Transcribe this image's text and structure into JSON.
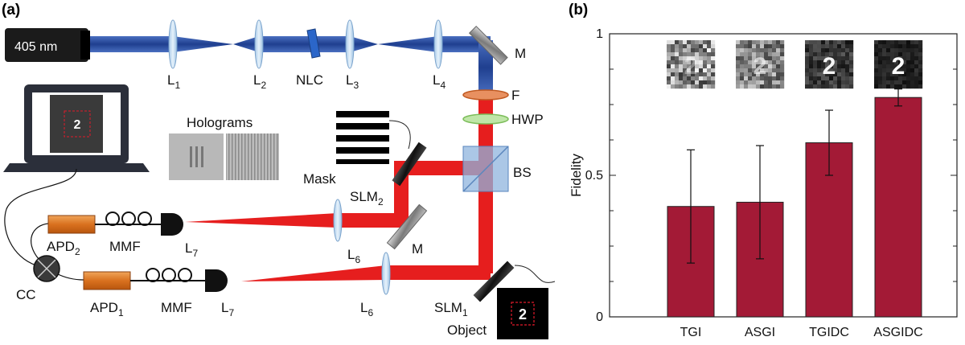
{
  "panels": {
    "a": "(a)",
    "b": "(b)"
  },
  "setup": {
    "laser": "405 nm",
    "lenses": {
      "l1": {
        "base": "L",
        "sub": "1"
      },
      "l2": {
        "base": "L",
        "sub": "2"
      },
      "l3": {
        "base": "L",
        "sub": "3"
      },
      "l4": {
        "base": "L",
        "sub": "4"
      },
      "l6_top": {
        "base": "L",
        "sub": "6"
      },
      "l6_bottom": {
        "base": "L",
        "sub": "6"
      },
      "l7_top": {
        "base": "L",
        "sub": "7"
      },
      "l7_bottom": {
        "base": "L",
        "sub": "7"
      }
    },
    "nlc": "NLC",
    "mirror_top": "M",
    "mirror_mid": "M",
    "filter": "F",
    "hwp": "HWP",
    "bs": "BS",
    "holograms": "Holograms",
    "mask": "Mask",
    "slm2": {
      "base": "SLM",
      "sub": "2"
    },
    "slm1": {
      "base": "SLM",
      "sub": "1"
    },
    "object": "Object",
    "object_digit": "2",
    "screen_digit": "2",
    "apd2": {
      "base": "APD",
      "sub": "2"
    },
    "apd1": {
      "base": "APD",
      "sub": "1"
    },
    "mmf_top": "MMF",
    "mmf_bottom": "MMF",
    "cc": "CC"
  },
  "chart_data": {
    "type": "bar",
    "categories": [
      "TGI",
      "ASGI",
      "TGIDC",
      "ASGIDC"
    ],
    "values": [
      0.39,
      0.405,
      0.615,
      0.775
    ],
    "errors": [
      0.2,
      0.2,
      0.115,
      0.03
    ],
    "ylabel": "Fidelity",
    "ylim": [
      0,
      1
    ],
    "yticks": [
      0,
      0.5,
      1
    ],
    "ytick_labels": [
      "0",
      "0.5",
      "1"
    ],
    "bar_color": "#a31a36",
    "thumbnail_digit": "2"
  },
  "colors": {
    "beam_blue": "#2b4d9c",
    "beam_red": "#e61e1e",
    "laser_body": "#1b1b1b"
  }
}
